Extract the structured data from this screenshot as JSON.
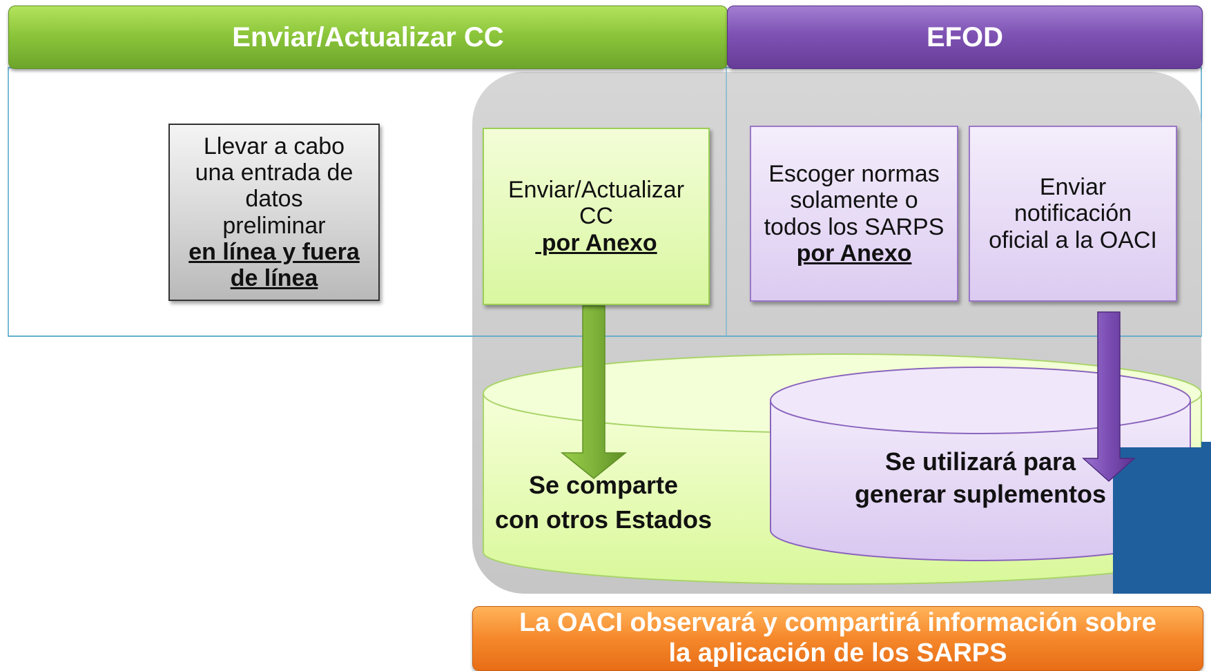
{
  "headers": {
    "left_title": "Enviar/Actualizar CC",
    "right_title": "EFOD"
  },
  "boxes": {
    "preliminary": {
      "lines": [
        "Llevar a cabo",
        "una entrada de",
        "datos",
        "preliminar"
      ],
      "emphasis_lines": [
        "en línea y fuera",
        "de línea"
      ]
    },
    "send_update": {
      "lines": [
        "Enviar/Actualizar",
        "CC"
      ],
      "emphasis_lines": [
        " por Anexo"
      ]
    },
    "choose_standards": {
      "lines": [
        "Escoger normas",
        "solamente o",
        "todos los SARPS"
      ],
      "emphasis_lines": [
        "por Anexo"
      ]
    },
    "send_notification": {
      "lines": [
        "Enviar",
        "notificación",
        "oficial a la OACI"
      ]
    }
  },
  "cylinders": {
    "shared": {
      "lines": [
        "Se comparte",
        "con otros Estados"
      ]
    },
    "supplements": {
      "lines": [
        "Se utilizará para",
        "generar suplementos"
      ]
    }
  },
  "footer": {
    "lines": [
      "La OACI observará y compartirá información sobre",
      "la aplicación de los SARPS"
    ]
  },
  "colors": {
    "green_header": "#8cc63b",
    "purple_header": "#7e52b3",
    "orange_footer": "#f5882a",
    "gray_panel": "#cfcfcf",
    "light_green_fill": "#d9f7a0",
    "light_purple_fill": "#dccbf1",
    "frame_border": "#4aa3c7"
  }
}
